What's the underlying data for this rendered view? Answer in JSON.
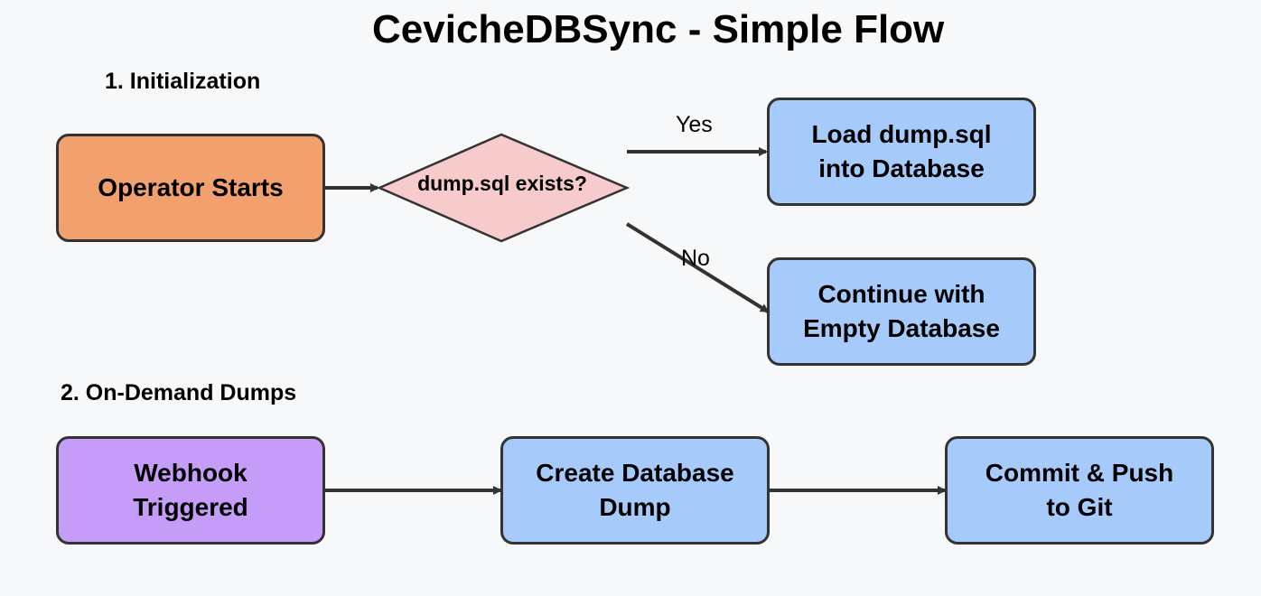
{
  "title": "CevicheDBSync - Simple Flow",
  "sections": {
    "initialization": "1. Initialization",
    "on_demand": "2. On-Demand Dumps"
  },
  "nodes": {
    "operator_starts": "Operator Starts",
    "decision": "dump.sql exists?",
    "load_dump": "Load dump.sql\ninto Database",
    "continue_empty": "Continue with\nEmpty Database",
    "webhook": "Webhook\nTriggered",
    "create_dump": "Create Database\nDump",
    "commit_push": "Commit & Push\nto Git"
  },
  "edges": {
    "yes": "Yes",
    "no": "No"
  },
  "colors": {
    "start": "#f2a06e",
    "decision": "#f7cbcb",
    "process": "#a6cbfa",
    "trigger": "#c69cf9",
    "stroke": "#333333"
  }
}
